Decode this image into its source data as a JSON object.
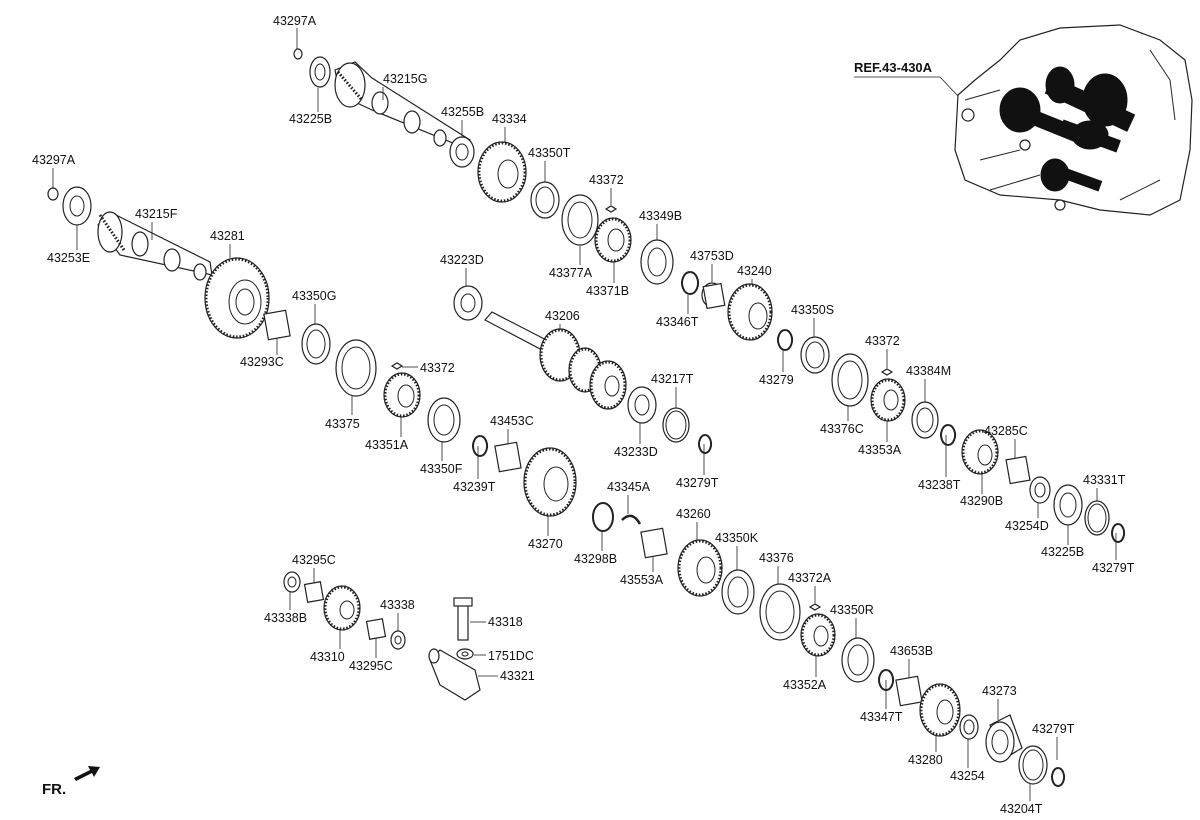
{
  "diagram": {
    "reference_label": "REF.43-430A",
    "direction_label": "FR.",
    "part_labels": {
      "p43297A_top": "43297A",
      "p43225B_top": "43225B",
      "p43215G": "43215G",
      "p43255B": "43255B",
      "p43334": "43334",
      "p43350T": "43350T",
      "p43372_a": "43372",
      "p43349B": "43349B",
      "p43377A": "43377A",
      "p43371B": "43371B",
      "p43297A_left": "43297A",
      "p43253E": "43253E",
      "p43215F": "43215F",
      "p43281": "43281",
      "p43223D": "43223D",
      "p43753D": "43753D",
      "p43240": "43240",
      "p43346T": "43346T",
      "p43350G": "43350G",
      "p43206": "43206",
      "p43350S": "43350S",
      "p43293C": "43293C",
      "p43372_b": "43372",
      "p43279_mid": "43279",
      "p43372_c": "43372",
      "p43217T": "43217T",
      "p43384M": "43384M",
      "p43375": "43375",
      "p43351A": "43351A",
      "p43376C": "43376C",
      "p43453C": "43453C",
      "p43233D": "43233D",
      "p43285C": "43285C",
      "p43350F": "43350F",
      "p43353A": "43353A",
      "p43239T": "43239T",
      "p43279T_a": "43279T",
      "p43238T": "43238T",
      "p43331T": "43331T",
      "p43345A": "43345A",
      "p43290B": "43290B",
      "p43260": "43260",
      "p43254D": "43254D",
      "p43270": "43270",
      "p43298B": "43298B",
      "p43225B_right": "43225B",
      "p43350K": "43350K",
      "p43279T_b": "43279T",
      "p43553A": "43553A",
      "p43295C_top": "43295C",
      "p43376": "43376",
      "p43372A": "43372A",
      "p43338": "43338",
      "p43318": "43318",
      "p43350R": "43350R",
      "p43338B": "43338B",
      "p43653B": "43653B",
      "p1751DC": "1751DC",
      "p43310": "43310",
      "p43295C_bottom": "43295C",
      "p43321": "43321",
      "p43352A": "43352A",
      "p43273": "43273",
      "p43347T": "43347T",
      "p43279T_c": "43279T",
      "p43280": "43280",
      "p43254": "43254",
      "p43204T": "43204T"
    }
  }
}
